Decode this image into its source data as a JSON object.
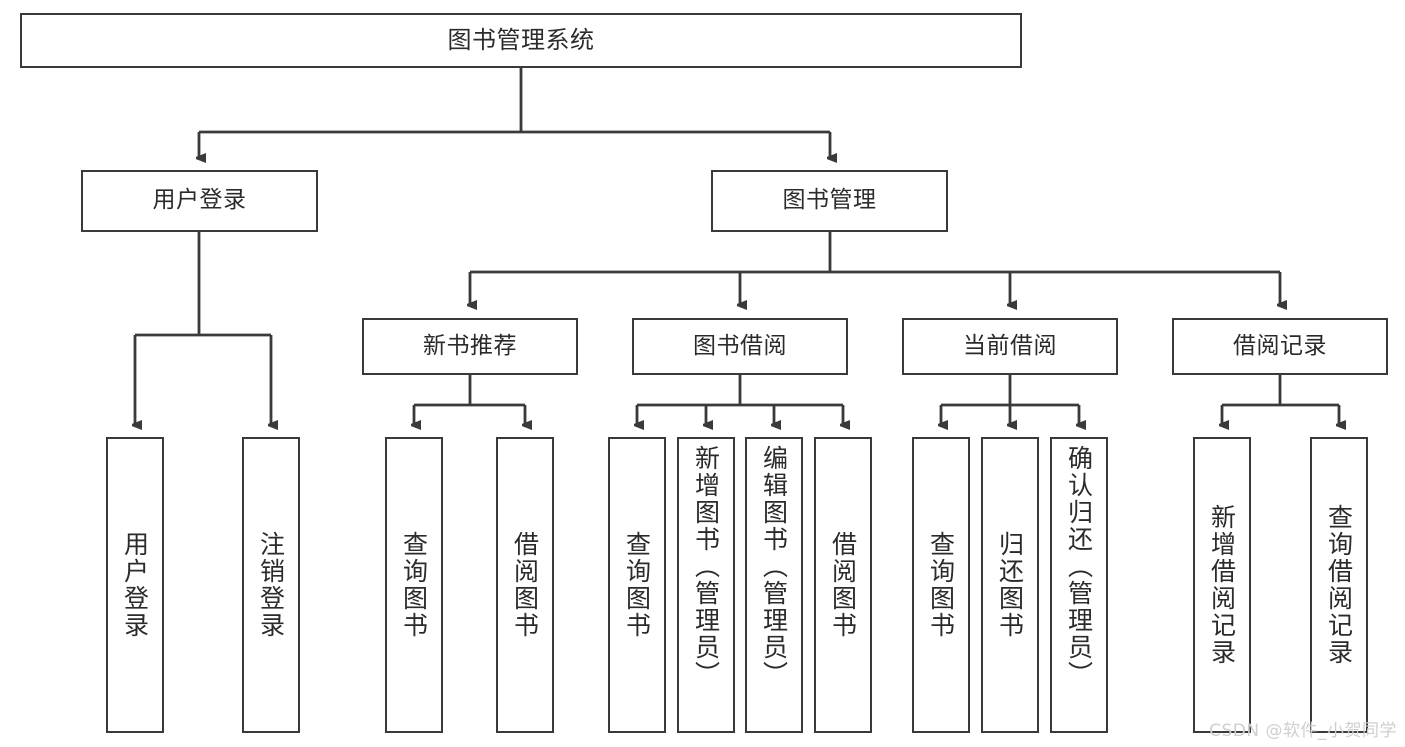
{
  "diagram": {
    "title": "图书管理系统",
    "type": "tree",
    "root": {
      "id": "root",
      "label": "图书管理系统"
    },
    "level2": [
      {
        "id": "user-login",
        "label": "用户登录"
      },
      {
        "id": "book-manage",
        "label": "图书管理"
      }
    ],
    "level3": [
      {
        "id": "new-book-rec",
        "label": "新书推荐",
        "parent": "book-manage"
      },
      {
        "id": "book-borrow",
        "label": "图书借阅",
        "parent": "book-manage"
      },
      {
        "id": "current-borrow",
        "label": "当前借阅",
        "parent": "book-manage"
      },
      {
        "id": "borrow-record",
        "label": "借阅记录",
        "parent": "book-manage"
      }
    ],
    "leaves": {
      "user-login": [
        {
          "id": "leaf-user-login",
          "label": "用户登录"
        },
        {
          "id": "leaf-user-logout",
          "label": "注销登录"
        }
      ],
      "new-book-rec": [
        {
          "id": "leaf-query-book-1",
          "label": "查询图书"
        },
        {
          "id": "leaf-borrow-book-1",
          "label": "借阅图书"
        }
      ],
      "book-borrow": [
        {
          "id": "leaf-query-book-2",
          "label": "查询图书"
        },
        {
          "id": "leaf-add-book",
          "label": "新增图书（管理员）"
        },
        {
          "id": "leaf-edit-book",
          "label": "编辑图书（管理员）"
        },
        {
          "id": "leaf-borrow-book-2",
          "label": "借阅图书"
        }
      ],
      "current-borrow": [
        {
          "id": "leaf-query-book-3",
          "label": "查询图书"
        },
        {
          "id": "leaf-return-book",
          "label": "归还图书"
        },
        {
          "id": "leaf-confirm-return",
          "label": "确认归还（管理员）"
        }
      ],
      "borrow-record": [
        {
          "id": "leaf-add-record",
          "label": "新增借阅记录"
        },
        {
          "id": "leaf-query-record",
          "label": "查询借阅记录"
        }
      ]
    }
  },
  "watermark": {
    "text": "CSDN @软件_小贺同学"
  },
  "colors": {
    "box_border": "#3a3a3a",
    "box_fill": "#ffffff",
    "text": "#2b2b2b",
    "edge": "#3a3a3a",
    "watermark": "#cfcfcf",
    "background": "#ffffff"
  }
}
